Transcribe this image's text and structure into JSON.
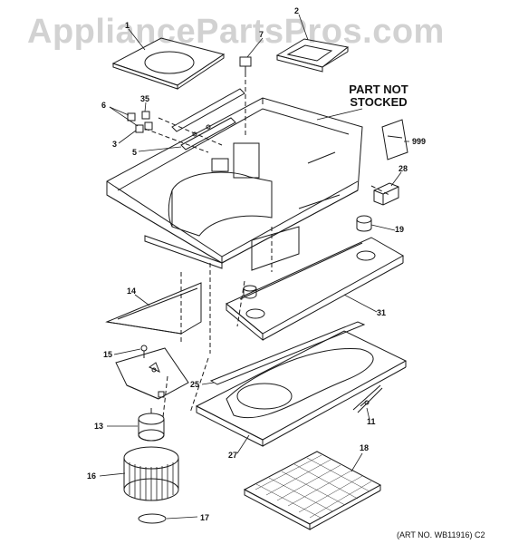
{
  "watermark": "AppliancePartsPros.com",
  "part_not_stocked": {
    "line1": "PART NOT",
    "line2": "STOCKED"
  },
  "art_ref": "(ART NO. WB11916) C2",
  "callouts": [
    "1",
    "2",
    "7",
    "35",
    "6",
    "3",
    "5",
    "999",
    "28",
    "19",
    "14",
    "31",
    "15",
    "25",
    "11",
    "13",
    "27",
    "16",
    "18",
    "17"
  ],
  "colors": {
    "line": "#1a1a1a",
    "watermark": "#d2d2d2",
    "background": "#ffffff"
  }
}
